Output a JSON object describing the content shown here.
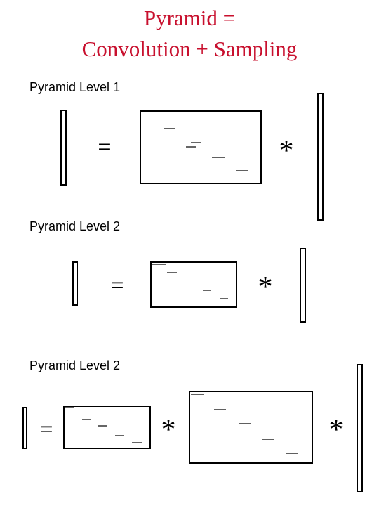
{
  "title": {
    "line1": "Pyramid =",
    "line2": "Convolution + Sampling",
    "color": "#c8102e"
  },
  "levels": [
    {
      "label": "Pyramid Level 1",
      "equals_symbol": "=",
      "operators": [
        "*"
      ]
    },
    {
      "label": "Pyramid Level 2",
      "equals_symbol": "=",
      "operators": [
        "*"
      ]
    },
    {
      "label": "Pyramid Level 2",
      "equals_symbol": "=",
      "operators": [
        "*",
        "*"
      ]
    }
  ]
}
